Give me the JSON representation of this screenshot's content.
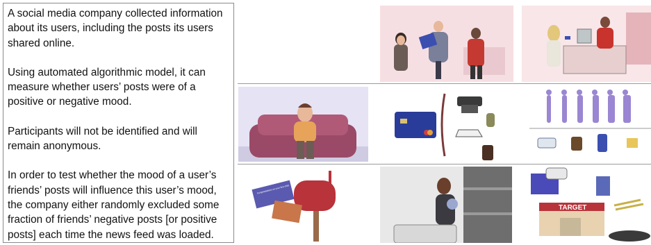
{
  "description_text": {
    "p1": "A social media company collected information about its users, including the posts its users shared online.",
    "p2": "Using automated algorithmic model, it can measure whether users’ posts were of a positive or negative mood.",
    "p3": "Participants will not be identified and will remain anonymous.",
    "p4": "In order to test whether the mood of a user’s friends’ posts will influence this user’s mood, the company either randomly excluded some fraction of friends’ negative posts [or positive posts] each time the news feed was loaded."
  },
  "illustrations": {
    "mailbox_card_text": "Congratulations on your first child",
    "store_sign_text": "TARGET"
  },
  "colors": {
    "pink_bg": "#f6dfe3",
    "lavender_bg": "#e6e3f4",
    "sofa": "#9a4a66",
    "card_blue": "#2a3c9a",
    "figure_purple": "#9a86d2",
    "mailbox_red": "#b8333a"
  }
}
